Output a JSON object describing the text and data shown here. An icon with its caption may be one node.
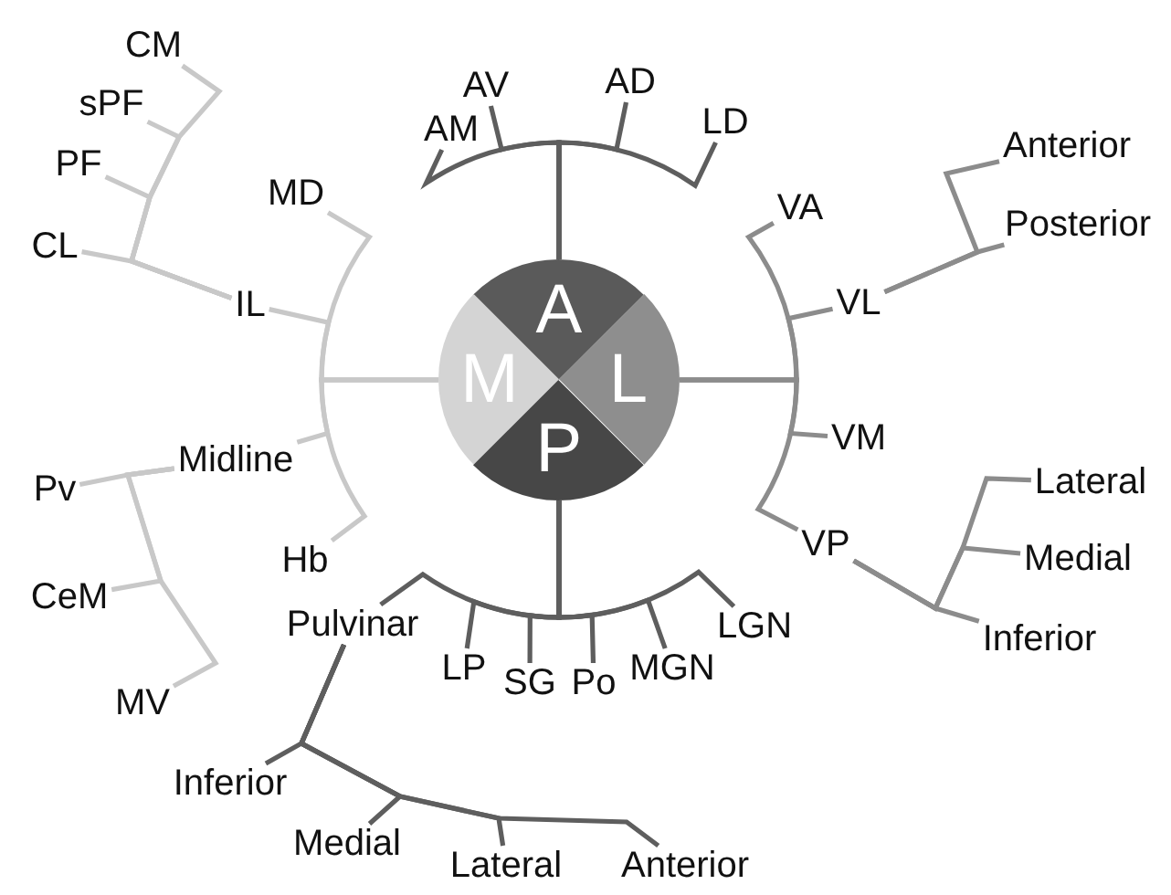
{
  "diagram": {
    "nodes": [
      {
        "text": [
          "A"
        ]
      },
      {
        "text": [
          "M"
        ]
      },
      {
        "text": [
          "L"
        ]
      },
      {
        "text": [
          "P"
        ]
      },
      {
        "text": [
          "CM"
        ]
      },
      {
        "text": [
          "sPF"
        ]
      },
      {
        "text": [
          "PF"
        ]
      },
      {
        "text": [
          "CL"
        ]
      },
      {
        "text": [
          "AM"
        ]
      },
      {
        "text": [
          "AV"
        ]
      },
      {
        "text": [
          "AD"
        ]
      },
      {
        "text": [
          "LD"
        ]
      },
      {
        "text": [
          "Anterior"
        ]
      },
      {
        "text": [
          "MD"
        ]
      },
      {
        "text": [
          "VA"
        ]
      },
      {
        "text": [
          "Posterior"
        ]
      },
      {
        "text": [
          "IL"
        ]
      },
      {
        "text": [
          "VL"
        ]
      },
      {
        "text": [
          "VM"
        ]
      },
      {
        "text": [
          "Midline"
        ]
      },
      {
        "text": [
          "Pv"
        ]
      },
      {
        "text": [
          "Lateral"
        ]
      },
      {
        "text": [
          "VP"
        ]
      },
      {
        "text": [
          "Hb"
        ]
      },
      {
        "text": [
          "Medial"
        ]
      },
      {
        "text": [
          "CeM"
        ]
      },
      {
        "text": [
          "Pulvinar"
        ]
      },
      {
        "text": [
          "LGN"
        ]
      },
      {
        "text": [
          "Inferior"
        ]
      },
      {
        "text": [
          "LP"
        ]
      },
      {
        "text": [
          "SG"
        ]
      },
      {
        "text": [
          "Po"
        ]
      },
      {
        "text": [
          "MGN"
        ]
      },
      {
        "text": [
          "MV"
        ]
      },
      {
        "text": [
          "Inferior"
        ]
      },
      {
        "text": [
          "Medial"
        ]
      },
      {
        "text": [
          "Lateral"
        ]
      },
      {
        "text": [
          "Anterior"
        ]
      }
    ],
    "edges": [
      {
        "from": 0,
        "to": 8,
        "arrow": "none"
      },
      {
        "from": 0,
        "to": 9,
        "arrow": "none"
      },
      {
        "from": 0,
        "to": 10,
        "arrow": "none"
      },
      {
        "from": 0,
        "to": 11,
        "arrow": "none"
      },
      {
        "from": 2,
        "to": 14,
        "arrow": "none",
        "color": "#8c8c8c"
      },
      {
        "from": 2,
        "to": 17,
        "arrow": "none",
        "color": "#8c8c8c"
      },
      {
        "from": 2,
        "to": 18,
        "arrow": "none",
        "color": "#8c8c8c"
      },
      {
        "from": 2,
        "to": 22,
        "arrow": "none",
        "color": "#8c8c8c"
      },
      {
        "from": 1,
        "to": 13,
        "arrow": "none",
        "color": "#c8c8c8"
      },
      {
        "from": 1,
        "to": 16,
        "arrow": "none",
        "color": "#c8c8c8"
      },
      {
        "from": 1,
        "to": 19,
        "arrow": "none",
        "color": "#c8c8c8"
      },
      {
        "from": 1,
        "to": 23,
        "arrow": "none",
        "color": "#c8c8c8"
      },
      {
        "from": 3,
        "to": 26,
        "arrow": "none"
      },
      {
        "from": 3,
        "to": 29,
        "arrow": "none"
      },
      {
        "from": 3,
        "to": 30,
        "arrow": "none"
      },
      {
        "from": 3,
        "to": 31,
        "arrow": "none"
      },
      {
        "from": 3,
        "to": 32,
        "arrow": "none"
      },
      {
        "from": 3,
        "to": 27,
        "arrow": "none"
      },
      {
        "from": 16,
        "to": 7,
        "arrow": "none",
        "color": "#c8c8c8"
      },
      {
        "from": 16,
        "to": 6,
        "arrow": "none",
        "color": "#c8c8c8"
      },
      {
        "from": 16,
        "to": 5,
        "arrow": "none",
        "color": "#c8c8c8"
      },
      {
        "from": 16,
        "to": 4,
        "arrow": "none",
        "color": "#c8c8c8"
      },
      {
        "from": 19,
        "to": 20,
        "arrow": "none",
        "color": "#c8c8c8"
      },
      {
        "from": 19,
        "to": 25,
        "arrow": "none",
        "color": "#c8c8c8"
      },
      {
        "from": 19,
        "to": 33,
        "arrow": "none",
        "color": "#c8c8c8"
      },
      {
        "from": 17,
        "to": 12,
        "arrow": "none",
        "color": "#8c8c8c"
      },
      {
        "from": 17,
        "to": 15,
        "arrow": "none",
        "color": "#8c8c8c"
      },
      {
        "from": 22,
        "to": 21,
        "arrow": "none",
        "color": "#8c8c8c"
      },
      {
        "from": 22,
        "to": 24,
        "arrow": "none",
        "color": "#8c8c8c"
      },
      {
        "from": 22,
        "to": 28,
        "arrow": "none",
        "color": "#8c8c8c"
      },
      {
        "from": 26,
        "to": 34,
        "arrow": "none"
      },
      {
        "from": 26,
        "to": 35,
        "arrow": "none"
      },
      {
        "from": 26,
        "to": 36,
        "arrow": "none"
      },
      {
        "from": 26,
        "to": 37,
        "arrow": "none"
      }
    ]
  }
}
